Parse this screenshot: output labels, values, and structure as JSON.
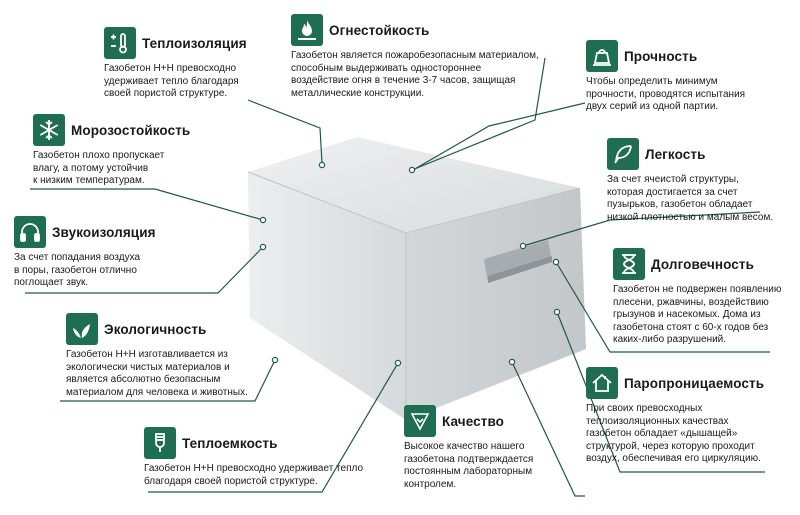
{
  "colors": {
    "accent": "#1f6e52",
    "line": "#1f5a44",
    "block_face": "#dfe2e3"
  },
  "callouts": [
    {
      "id": "thermal",
      "icon": "thermometer-icon",
      "title": "Теплоизоляция",
      "text": "Газобетон Н+Н превосходно\nудерживает тепло благодаря\nсвоей пористой структуре."
    },
    {
      "id": "fire",
      "icon": "flame-icon",
      "title": "Огнестойкость",
      "text": "Газобетон является пожаробезопасным материалом,\nспособным выдерживать одностороннее\nвоздействие огня в течение 3-7 часов, защищая\nметаллические конструкции."
    },
    {
      "id": "strength",
      "icon": "weight-icon",
      "title": "Прочность",
      "text": "Чтобы определить минимум\nпрочности, проводятся испытания\nдвух серий из одной партии."
    },
    {
      "id": "frost",
      "icon": "snowflake-icon",
      "title": "Морозостойкость",
      "text": "Газобетон плохо пропускает\nвлагу, а потому устойчив\nк низким температурам."
    },
    {
      "id": "light",
      "icon": "feather-icon",
      "title": "Легкость",
      "text": "За счет ячеистой структуры,\nкоторая достигается за счет\nпузырьков, газобетон обладает\nнизкой плотностью и малым весом."
    },
    {
      "id": "sound",
      "icon": "headphones-icon",
      "title": "Звукоизоляция",
      "text": "За счет попадания воздуха\nв поры, газобетон отлично\nпоглощает звук."
    },
    {
      "id": "durable",
      "icon": "hourglass-icon",
      "title": "Долговечность",
      "text": "Газобетон не подвержен появлению\nплесени, ржавчины, воздействию\nгрызунов и насекомых. Дома из\nгазобетона стоят с 60-х годов без\nкаких-либо разрушений."
    },
    {
      "id": "eco",
      "icon": "leaf-icon",
      "title": "Экологичность",
      "text": "Газобетон Н+Н изготавливается из\nэкологически чистых материалов и\nявляется абсолютно безопасным\nматериалом для человека и животных."
    },
    {
      "id": "vapor",
      "icon": "house-icon",
      "title": "Паропроницаемость",
      "text": "При своих превосходных\nтеплоизоляционных качествах\nгазобетон обладает «дышащей»\nструктурой, через которую проходит\nвоздух, обеспечивая его циркуляцию."
    },
    {
      "id": "quality",
      "icon": "quality-badge-icon",
      "title": "Качество",
      "text": "Высокое качество нашего\nгазобетона подтверждается\nпостоянным лабораторным\nконтролем."
    },
    {
      "id": "heat",
      "icon": "lamp-icon",
      "title": "Теплоемкость",
      "text": "Газобетон Н+Н превосходно удерживает тепло\nблагодаря своей пористой структуре."
    }
  ]
}
